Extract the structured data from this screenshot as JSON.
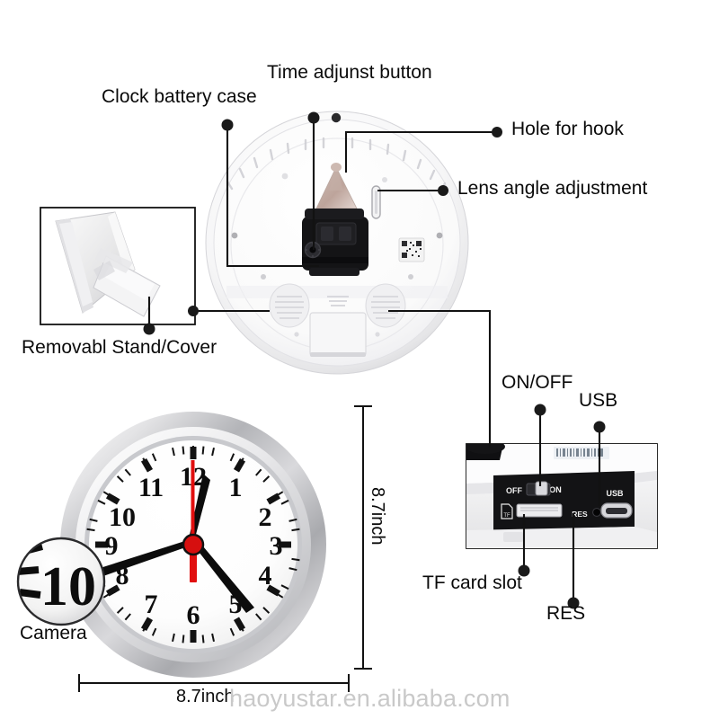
{
  "diagram": {
    "title_alt": "Spy clock camera product feature diagram",
    "watermark": "haoyustar.en.alibaba.com"
  },
  "callouts": [
    {
      "id": "clock-battery-case",
      "label": "Clock battery case"
    },
    {
      "id": "time-adjust-button",
      "label": "Time adjunst button"
    },
    {
      "id": "hole-for-hook",
      "label": "Hole for hook"
    },
    {
      "id": "lens-angle-adjustment",
      "label": "Lens angle adjustment"
    },
    {
      "id": "removable-stand-cover",
      "label": "Removabl Stand/Cover"
    },
    {
      "id": "on-off",
      "label": "ON/OFF"
    },
    {
      "id": "usb",
      "label": "USB"
    },
    {
      "id": "tf-card-slot",
      "label": "TF card slot"
    },
    {
      "id": "res",
      "label": "RES"
    },
    {
      "id": "camera",
      "label": "Camera"
    }
  ],
  "dimensions": {
    "width_label": "8.7inch",
    "height_label": "8.7inch"
  },
  "port_panel": {
    "switch_off": "OFF",
    "switch_on": "ON",
    "tf_mark": "TF",
    "res_mark": "RES",
    "usb_mark": "USB"
  },
  "clock_face": {
    "numerals": [
      "12",
      "1",
      "2",
      "3",
      "4",
      "5",
      "6",
      "7",
      "8",
      "9",
      "10",
      "11"
    ],
    "magnifier_numeral": "10",
    "hands": {
      "hour_deg": 297,
      "minute_deg": 11,
      "second_deg": 357
    }
  },
  "colors": {
    "line": "#121212",
    "dot": "#1a1a1a",
    "bezel_light": "#f4f4f4",
    "bezel_mid": "#b9b9bd",
    "bezel_dark": "#8f9094",
    "face": "#ffffff",
    "second_hand": "#e10f0f",
    "body_white": "#f2f2f2",
    "panel_black": "#131313",
    "watermark": "#c9c9c9"
  }
}
